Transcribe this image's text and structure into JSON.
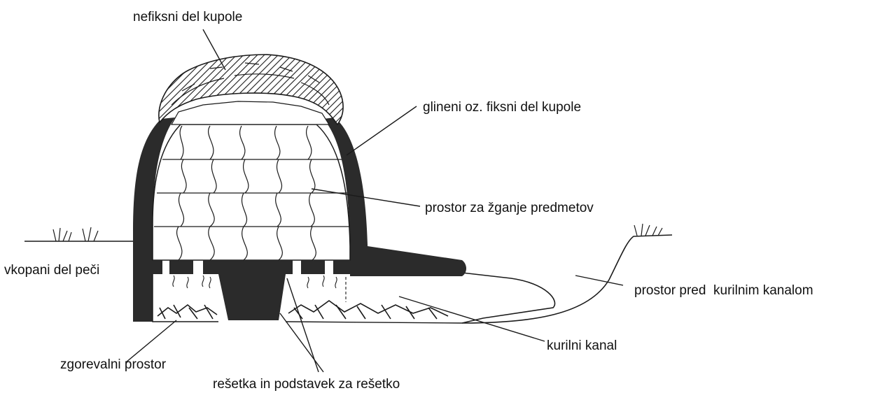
{
  "labels": {
    "dome_top": "nefiksni del kupole",
    "dome_fixed": "glineni oz. fiksni del kupole",
    "firing_space": "prostor za žganje predmetov",
    "sunken_part": "vkopani del peči",
    "front_space": "prostor pred  kurilnim kanalom",
    "fire_channel": "kurilni kanal",
    "combustion": "zgorevalni prostor",
    "grate": "rešetka in podstavek za rešetko"
  },
  "colors": {
    "ink": "#1a1a1a",
    "wall": "#2b2b2b",
    "paper": "#ffffff"
  }
}
